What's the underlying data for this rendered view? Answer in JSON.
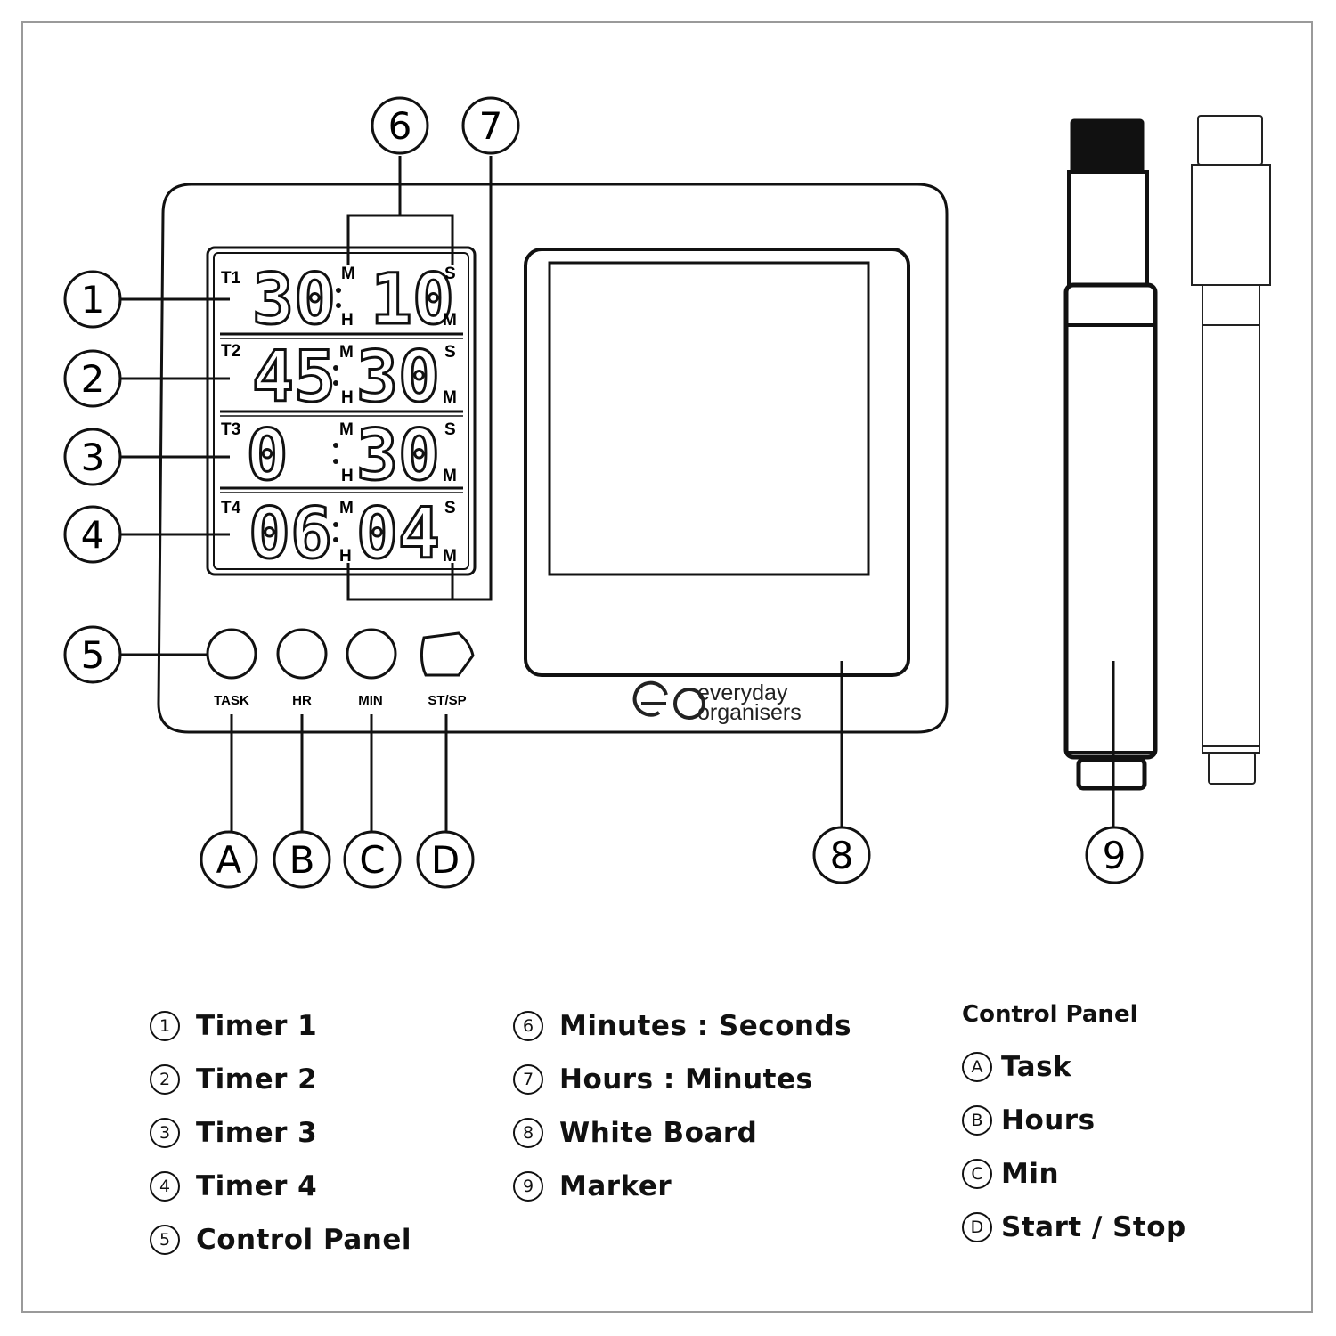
{
  "timers": [
    {
      "id": "T1",
      "left": "30",
      "right": "10"
    },
    {
      "id": "T2",
      "left": "45",
      "right": "30"
    },
    {
      "id": "T3",
      "left": "0",
      "right": "30"
    },
    {
      "id": "T4",
      "left": "06",
      "right": "04"
    }
  ],
  "units": {
    "m": "M",
    "s": "S",
    "h": "H"
  },
  "callouts": {
    "n1": "1",
    "n2": "2",
    "n3": "3",
    "n4": "4",
    "n5": "5",
    "n6": "6",
    "n7": "7",
    "n8": "8",
    "n9": "9",
    "a": "A",
    "b": "B",
    "c": "C",
    "d": "D"
  },
  "buttons": {
    "task": "TASK",
    "hr": "HR",
    "min": "MIN",
    "stsp": "ST/SP"
  },
  "brand": {
    "line1": "everyday",
    "line2": "organisers",
    "mark": "eo"
  },
  "legend": {
    "col1": [
      {
        "num": "1",
        "text": "Timer 1"
      },
      {
        "num": "2",
        "text": "Timer 2"
      },
      {
        "num": "3",
        "text": "Timer 3"
      },
      {
        "num": "4",
        "text": "Timer 4"
      },
      {
        "num": "5",
        "text": "Control Panel"
      }
    ],
    "col2": [
      {
        "num": "6",
        "text": "Minutes : Seconds"
      },
      {
        "num": "7",
        "text": "Hours : Minutes"
      },
      {
        "num": "8",
        "text": "White Board"
      },
      {
        "num": "9",
        "text": "Marker"
      }
    ],
    "control_panel": {
      "title": "Control Panel",
      "items": [
        {
          "letter": "A",
          "text": "Task"
        },
        {
          "letter": "B",
          "text": "Hours"
        },
        {
          "letter": "C",
          "text": "Min"
        },
        {
          "letter": "D",
          "text": "Start / Stop"
        }
      ]
    }
  }
}
